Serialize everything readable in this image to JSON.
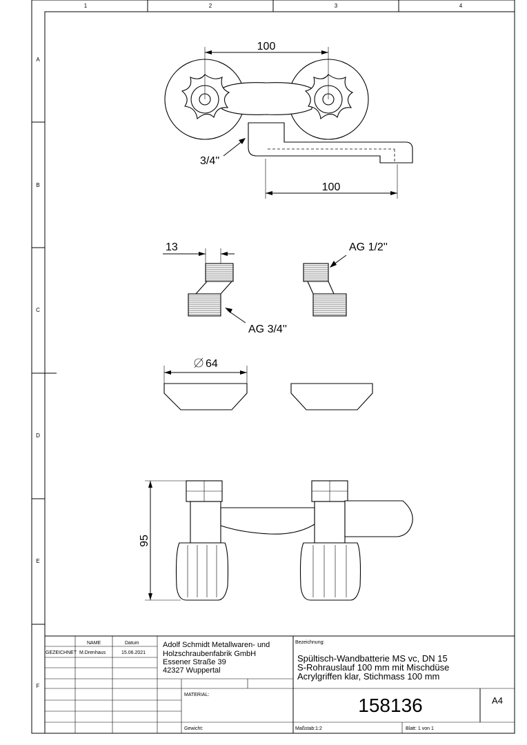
{
  "frame": {
    "columns": [
      "1",
      "2",
      "3",
      "4"
    ],
    "rows": [
      "A",
      "B",
      "C",
      "D",
      "E",
      "F"
    ]
  },
  "dimensions": {
    "top_center_distance": "100",
    "spout_length": "100",
    "connection_top": "3/4''",
    "thread_length": "13",
    "thread_small": "AG 1/2''",
    "thread_large": "AG 3/4''",
    "rosette_diameter": "64",
    "height": "95"
  },
  "title_block": {
    "header_name": "NAME",
    "header_date": "Datum",
    "drawn_label": "GEZEICHNET",
    "drawn_name": "M.Drenhaus",
    "drawn_date": "15.06.2021",
    "company": [
      "Adolf Schmidt Metallwaren- und",
      "Holzschraubenfabrik GmbH",
      "Essener Straße 39",
      "42327 Wuppertal"
    ],
    "designation_label": "Bezeichnung:",
    "designation": [
      "Spültisch-Wandbatterie MS vc, DN 15",
      "S-Rohrauslauf 100 mm mit Mischdüse",
      "Acrylgriffen klar, Stichmass 100 mm"
    ],
    "material_label": "MATERIAL:",
    "part_number": "158136",
    "format": "A4",
    "weight_label": "Gewicht:",
    "scale": "Maßstab:1:2",
    "sheet": "Blatt: 1 von 1"
  }
}
